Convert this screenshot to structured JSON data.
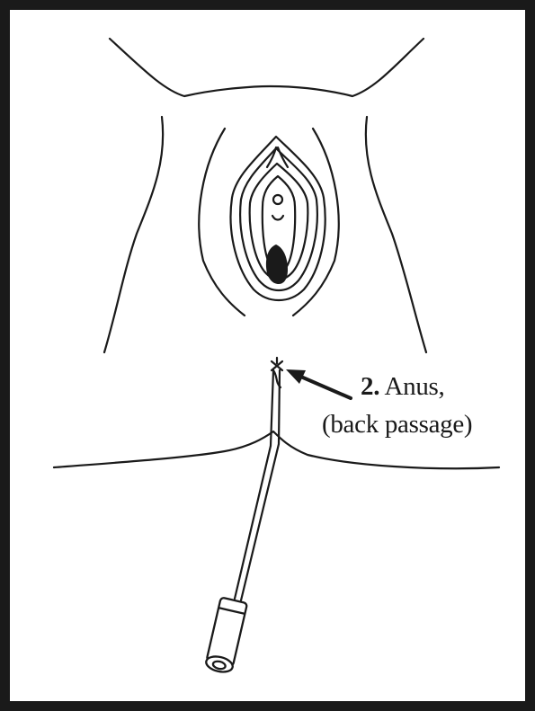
{
  "label": {
    "number": "2.",
    "name": "Anus,",
    "detail": "(back passage)"
  },
  "colors": {
    "ink": "#1a1a1a",
    "background": "#ffffff"
  },
  "icons": {
    "swab": "swab-icon",
    "arrow": "arrow-icon"
  }
}
